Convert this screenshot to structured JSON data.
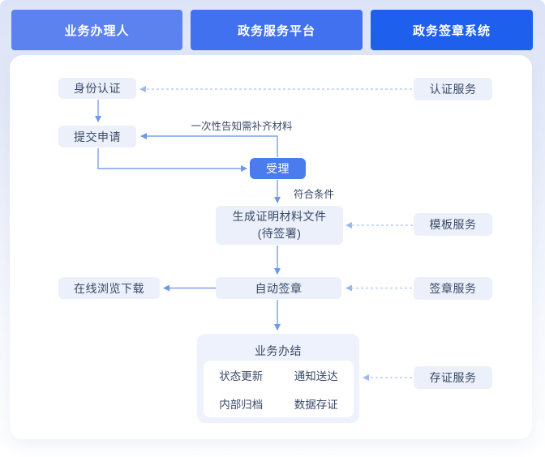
{
  "lanes": [
    {
      "label": "业务办理人",
      "color": "#5b82ef"
    },
    {
      "label": "政务服务平台",
      "color": "#4171ee"
    },
    {
      "label": "政务签章系统",
      "color": "#1f5fee"
    }
  ],
  "flow": {
    "identity": "身份认证",
    "submit": "提交申请",
    "accept": "受理",
    "generate_line1": "生成证明材料文件",
    "generate_line2": "(待签署)",
    "browse": "在线浏览下载",
    "autosign": "自动签章",
    "done_title": "业务办结",
    "done_items": [
      "状态更新",
      "通知送达",
      "内部归档",
      "数据存证"
    ],
    "label_supplement": "一次性告知需补齐材料",
    "label_qualified": "符合条件"
  },
  "services": {
    "auth": "认证服务",
    "template": "模板服务",
    "sign": "签章服务",
    "evidence": "存证服务"
  },
  "colors": {
    "accent_node": "#4b7cee",
    "node_bg": "#ebf0fa",
    "node_text": "#394a66",
    "solid_arrow": "#7aa2e9",
    "dashed_arrow": "#a9c3f1",
    "card_bg": "#ffffff"
  }
}
